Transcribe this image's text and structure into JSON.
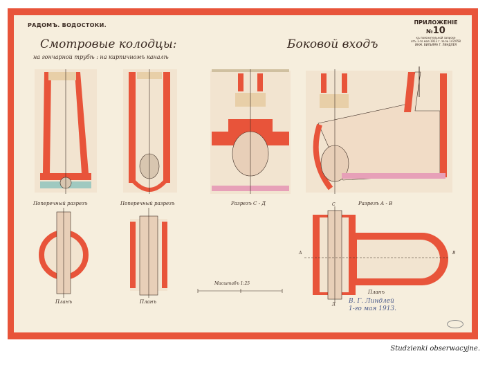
{
  "header": {
    "city": "РАДОМЪ. ВОДОСТОКИ.",
    "appendix_label": "ПРИЛОЖЕНIЕ №",
    "appendix_number": "10",
    "appendix_line1": "къ пояснительной записке",
    "appendix_line2": "отъ 1-го мая 1913 г. за № 147/658",
    "appendix_line3": "ИНЖ. ВИЛЬЯМА Г. ЛИНДЛЕЯ"
  },
  "titles": {
    "main": "Смотровые колодцы:",
    "side": "Боковой входъ",
    "subtitle": "на гончарной трубѣ : на кирпичномъ каналѣ"
  },
  "labels": {
    "cross1": "Поперечный разрезъ",
    "cross2": "Поперечный разрезъ",
    "cd": "Разрезъ С - Д",
    "ab": "Разрезъ А - В",
    "plan1": "Планъ",
    "plan2": "Планъ",
    "plan3": "Планъ",
    "mark_c": "С",
    "mark_d": "Д",
    "mark_a": "А",
    "mark_b": "В"
  },
  "scale": "Масштабъ 1:25",
  "signature": {
    "line1": "В. Г. Линдлей",
    "line2": "1-го мая 1913."
  },
  "caption": "Studzienki obserwacyjne."
}
